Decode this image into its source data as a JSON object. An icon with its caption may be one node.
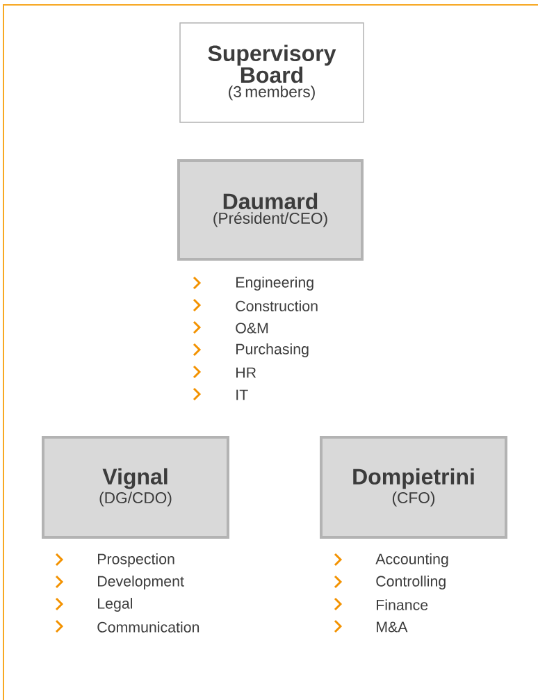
{
  "diagram": {
    "nodes": [
      {
        "text": [
          "Supervisory Board",
          "(3 members)"
        ]
      },
      {
        "text": [
          "Daumard",
          "(Président/CEO)"
        ],
        "beside": [
          "Engineering",
          "Construction",
          "O&M",
          "Purchasing",
          "HR",
          "IT"
        ]
      },
      {
        "text": [
          "Vignal",
          "(DG/CDO)"
        ],
        "beside": [
          "Prospection",
          "Development",
          "Legal",
          "Communication"
        ]
      },
      {
        "text": [
          "Dompietrini",
          "(CFO)"
        ],
        "beside": [
          "Accounting",
          "Controlling",
          "Finance",
          "M&A"
        ]
      }
    ]
  }
}
